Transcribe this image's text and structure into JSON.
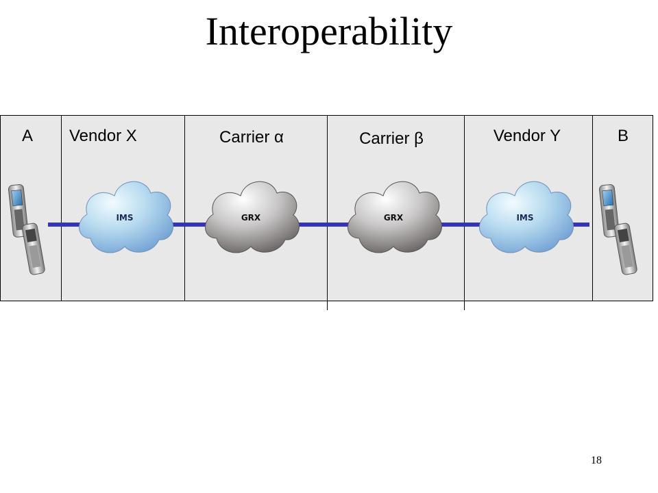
{
  "slide": {
    "title": "Interoperability",
    "page_number": "18"
  },
  "zones": {
    "a": "A",
    "vendor_x": "Vendor X",
    "carrier_alpha": "Carrier α",
    "carrier_beta": "Carrier β",
    "vendor_y": "Vendor Y",
    "b": "B"
  },
  "clouds": {
    "vendor_x": "IMS",
    "carrier_alpha": "GRX",
    "carrier_beta": "GRX",
    "vendor_y": "IMS"
  },
  "colors": {
    "zone_fill": "#e8e8e8",
    "link_line": "#3333bb",
    "ims_cloud_light": "#e6f4fb",
    "ims_cloud_dark": "#6f9fd3",
    "grx_cloud_light": "#ffffff",
    "grx_cloud_dark": "#5d5857"
  },
  "icons": {
    "endpoint_a": "mobile-phones-icon",
    "endpoint_b": "mobile-phones-icon"
  }
}
